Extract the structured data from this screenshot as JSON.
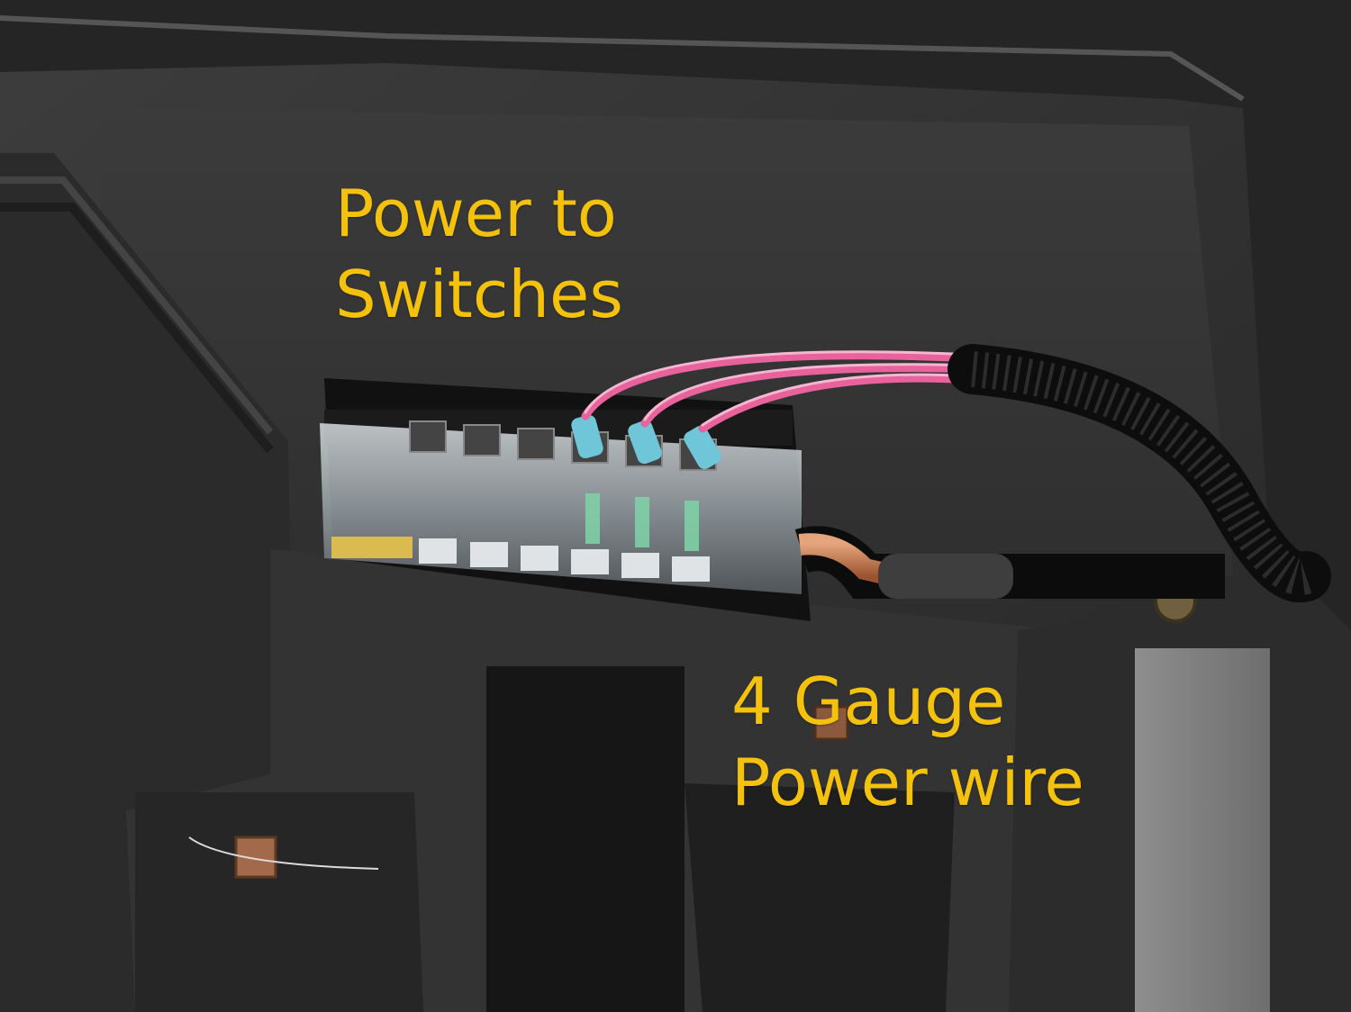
{
  "annotations": {
    "power_to_switches": {
      "line1": "Power to",
      "line2": "Switches"
    },
    "gauge_wire": {
      "line1": "4 Gauge",
      "line2": "Power wire"
    }
  },
  "colors": {
    "annotation_text": "#f4c20d",
    "console_plastic": "#3a3a3a",
    "wire_pink": "#e8629c",
    "copper": "#c87a4a",
    "fuse_green": "#7fd4a8"
  }
}
